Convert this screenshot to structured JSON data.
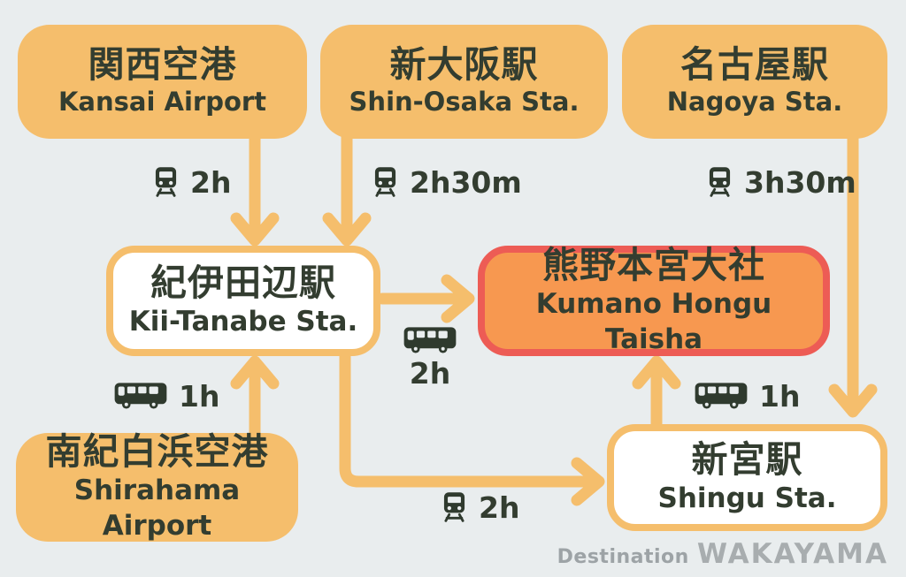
{
  "nodes": {
    "kansai_airport": {
      "jp": "関西空港",
      "en": "Kansai Airport"
    },
    "shin_osaka": {
      "jp": "新大阪駅",
      "en": "Shin-Osaka Sta."
    },
    "nagoya": {
      "jp": "名古屋駅",
      "en": "Nagoya Sta."
    },
    "kii_tanabe": {
      "jp": "紀伊田辺駅",
      "en": "Kii-Tanabe Sta."
    },
    "kumano_hongu": {
      "jp": "熊野本宮大社",
      "en": "Kumano Hongu Taisha"
    },
    "shirahama_airport": {
      "jp": "南紀白浜空港",
      "en": "Shirahama Airport"
    },
    "shingu": {
      "jp": "新宮駅",
      "en": "Shingu Sta."
    }
  },
  "routes": [
    {
      "from": "Kansai Airport",
      "to": "Kii-Tanabe Sta.",
      "mode": "train",
      "duration": "2h"
    },
    {
      "from": "Shin-Osaka Sta.",
      "to": "Kii-Tanabe Sta.",
      "mode": "train",
      "duration": "2h30m"
    },
    {
      "from": "Nagoya Sta.",
      "to": "Shingu Sta.",
      "mode": "train",
      "duration": "3h30m"
    },
    {
      "from": "Kii-Tanabe Sta.",
      "to": "Kumano Hongu Taisha",
      "mode": "bus",
      "duration": "2h"
    },
    {
      "from": "Shirahama Airport",
      "to": "Kii-Tanabe Sta.",
      "mode": "bus",
      "duration": "1h"
    },
    {
      "from": "Kii-Tanabe Sta.",
      "to": "Shingu Sta.",
      "mode": "train",
      "duration": "2h"
    },
    {
      "from": "Shingu Sta.",
      "to": "Kumano Hongu Taisha",
      "mode": "bus",
      "duration": "1h"
    }
  ],
  "icons": {
    "train": "train-front-icon",
    "bus": "bus-side-icon"
  },
  "watermark": {
    "prefix": "Destination",
    "brand": "WAKAYAMA"
  },
  "colors": {
    "background": "#E9EDEE",
    "box_orange": "#F5BE6C",
    "arrow": "#F5BE6C",
    "destination_fill": "#F79850",
    "destination_border": "#ED5C55",
    "text_dark": "#333D30",
    "watermark_gray": "#A0A6A9"
  }
}
